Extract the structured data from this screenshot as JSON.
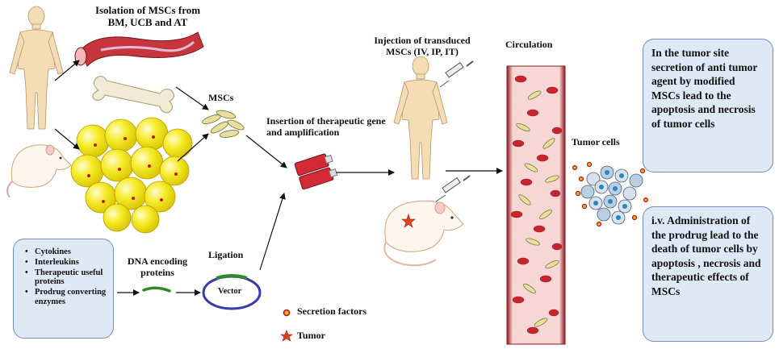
{
  "labels": {
    "isolation": "Isolation of MSCs from BM, UCB and AT",
    "mscs": "MSCs",
    "insertion": "Insertion of therapeutic gene and amplification",
    "injection": "Injection of transduced MSCs (IV, IP, IT)",
    "circulation": "Circulation",
    "tumor_cells": "Tumor cells",
    "dna": "DNA encoding proteins",
    "ligation": "Ligation",
    "vector": "Vector"
  },
  "inputs": [
    "Cytokines",
    "Interleukins",
    "Therapeutic useful proteins",
    "Prodrug converting enzymes"
  ],
  "boxes": {
    "tumor_site": "In the tumor site secretion of anti tumor agent by modified MSCs lead to the apoptosis and necrosis of tumor cells",
    "prodrug": "i.v. Administration of the prodrug lead to the death of tumor cells by apoptosis , necrosis and therapeutic effects of MSCs"
  },
  "legend": {
    "secretion": "Secretion factors",
    "tumor": "Tumor"
  },
  "colors": {
    "box_fill": "#dfe9f6",
    "box_border": "#6d8fb8",
    "vessel": "#b0202a",
    "rbc": "#c8242c",
    "skin": "#f4dcb4",
    "fat": "#f2e814",
    "flask_red": "#d42a35",
    "vector_ring": "#3a3aa8",
    "dna_green": "#2f8a2f"
  }
}
